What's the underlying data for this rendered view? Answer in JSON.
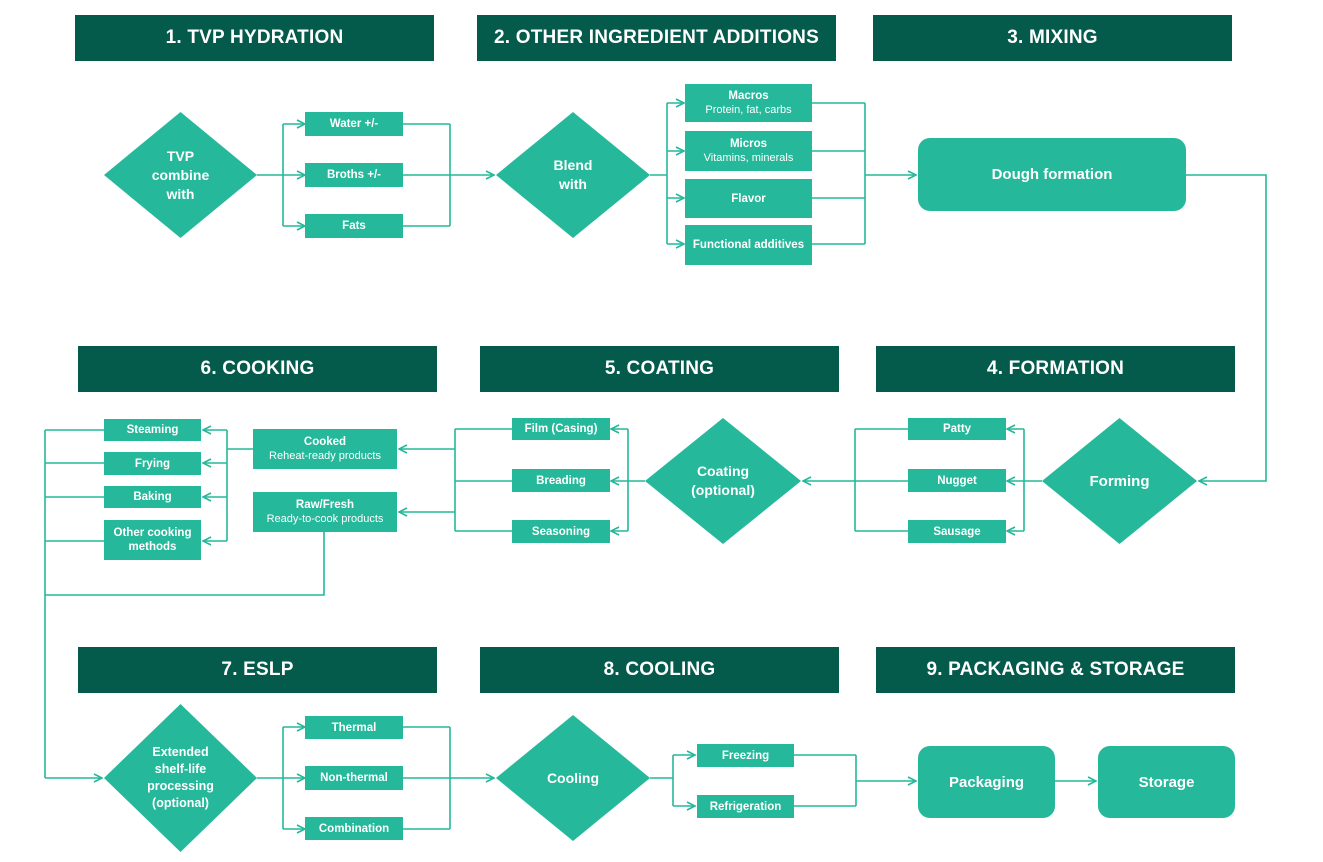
{
  "colors": {
    "header": "#045b4b",
    "node": "#25b89a",
    "line": "#25b89a",
    "text": "#ffffff"
  },
  "headers": {
    "s1": "1. TVP HYDRATION",
    "s2": "2. OTHER INGREDIENT ADDITIONS",
    "s3": "3. MIXING",
    "s4": "4. FORMATION",
    "s5": "5. COATING",
    "s6": "6. COOKING",
    "s7": "7. ESLP",
    "s8": "8. COOLING",
    "s9": "9. PACKAGING & STORAGE"
  },
  "hydration": {
    "decision": "TVP\ncombine\nwith",
    "options": [
      "Water +/-",
      "Broths +/-",
      "Fats"
    ]
  },
  "ingredients": {
    "decision": "Blend\nwith",
    "options": [
      {
        "title": "Macros",
        "sub": "Protein, fat, carbs"
      },
      {
        "title": "Micros",
        "sub": "Vitamins, minerals"
      },
      {
        "title": "Flavor",
        "sub": ""
      },
      {
        "title": "Functional additives",
        "sub": ""
      }
    ]
  },
  "mixing": {
    "step": "Dough formation"
  },
  "formation": {
    "decision": "Forming",
    "options": [
      "Patty",
      "Nugget",
      "Sausage"
    ]
  },
  "coating": {
    "decision": "Coating\n(optional)",
    "options": [
      "Film (Casing)",
      "Breading",
      "Seasoning"
    ]
  },
  "cooking": {
    "products": [
      {
        "title": "Cooked",
        "sub": "Reheat-ready products"
      },
      {
        "title": "Raw/Fresh",
        "sub": "Ready-to-cook products"
      }
    ],
    "methods": [
      "Steaming",
      "Frying",
      "Baking",
      "Other cooking\nmethods"
    ]
  },
  "eslp": {
    "decision": "Extended\nshelf-life\nprocessing\n(optional)",
    "options": [
      "Thermal",
      "Non-thermal",
      "Combination"
    ]
  },
  "cooling": {
    "decision": "Cooling",
    "options": [
      "Freezing",
      "Refrigeration"
    ]
  },
  "packaging": {
    "pack": "Packaging",
    "store": "Storage"
  }
}
